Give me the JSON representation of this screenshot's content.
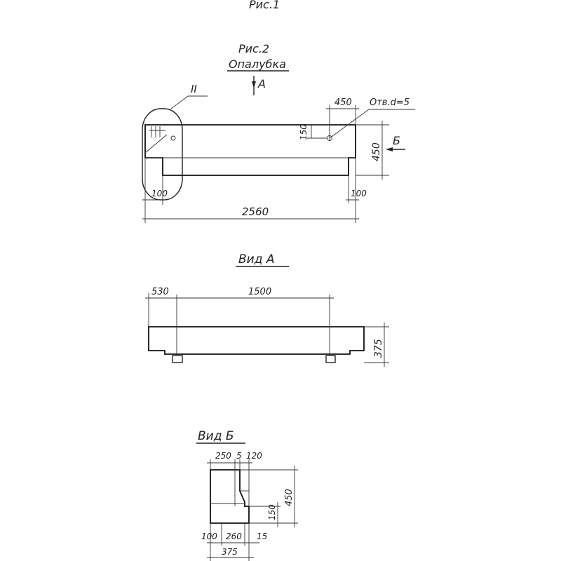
{
  "sheet": {
    "top_caption": "Рис.1",
    "fig2": {
      "title": "Рис.2",
      "subtitle": "Опалубка",
      "view_arrow_a": "А",
      "detail_mark": "II",
      "hole_label": "Отв.d=5",
      "arrow_b": "Б",
      "dims": {
        "top_offset": "450",
        "hole_height": "150",
        "height": "450",
        "left_step": "100",
        "right_step": "100",
        "length": "2560"
      }
    },
    "view_a": {
      "title": "Вид А",
      "dims": {
        "left": "530",
        "span": "1500",
        "height": "375"
      }
    },
    "view_b": {
      "title": "Вид Б",
      "dims": {
        "top_250": "250",
        "top_5": "5",
        "top_120": "120",
        "right_150": "150",
        "right_450": "450",
        "bottom_100": "100",
        "bottom_260": "260",
        "bottom_15": "15",
        "bottom_375": "375"
      }
    }
  }
}
